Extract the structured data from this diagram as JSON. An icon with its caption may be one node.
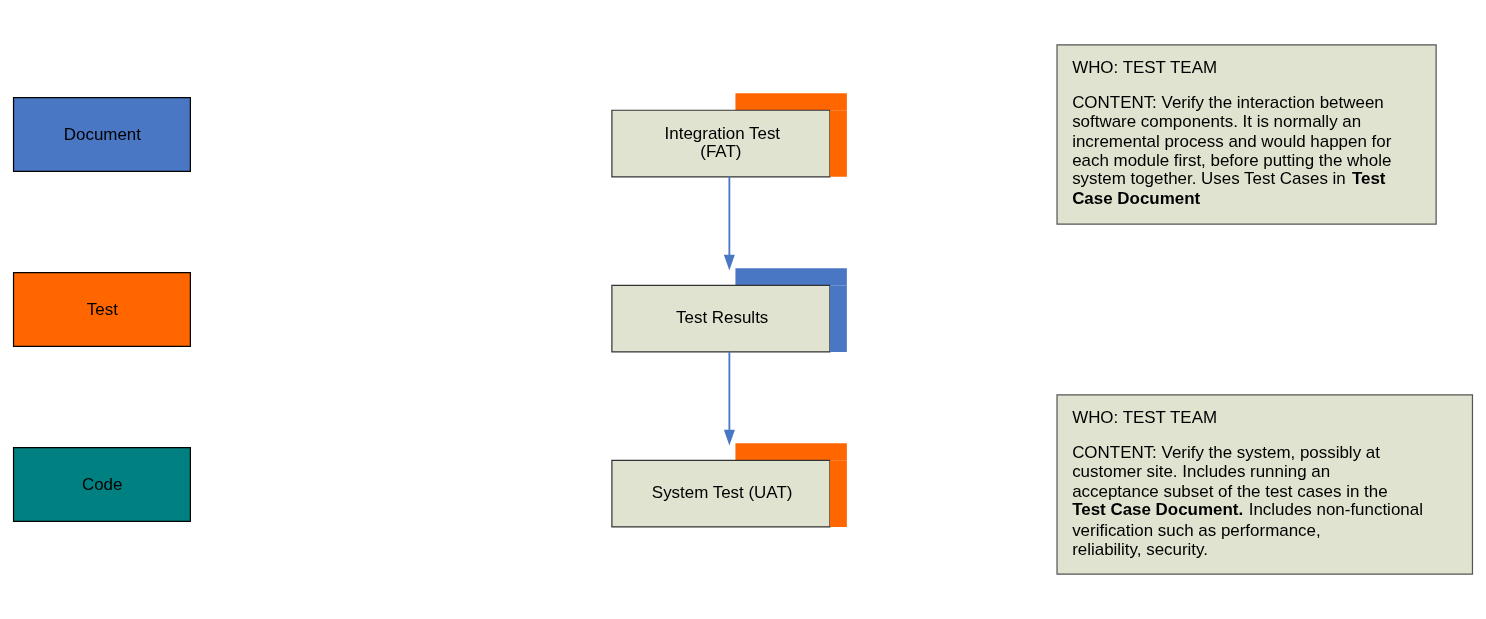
{
  "diagram": {
    "nodes": [
      {
        "text": [
          "Integration Test (FAT)"
        ]
      },
      {
        "text": [
          "Test Results"
        ]
      },
      {
        "text": [
          "System Test (UAT)"
        ]
      },
      {
        "text": [
          "WHO: TEST TEAM",
          "CONTENT: Verify the interaction between software components. It is normally an incremental process and would happen for each module first, before putting the whole system together. Uses Test Cases in **Test Case Document**"
        ]
      },
      {
        "text": [
          "WHO: TEST TEAM",
          "CONTENT: Verify the system, possibly at customer site. Includes running an acceptance subset of the test cases in the **Test Case Document**. Includes non-functional verification such as performance, reliability, security."
        ]
      }
    ],
    "edges": [
      {
        "from": 0,
        "to": 1,
        "arrow": "to"
      },
      {
        "from": 1,
        "to": 2,
        "arrow": "to"
      }
    ],
    "legend": [
      {
        "text": "Document",
        "color": "#4a77c4"
      },
      {
        "text": "Test",
        "color": "#ff6600"
      },
      {
        "text": "Code",
        "color": "#008080"
      }
    ]
  }
}
